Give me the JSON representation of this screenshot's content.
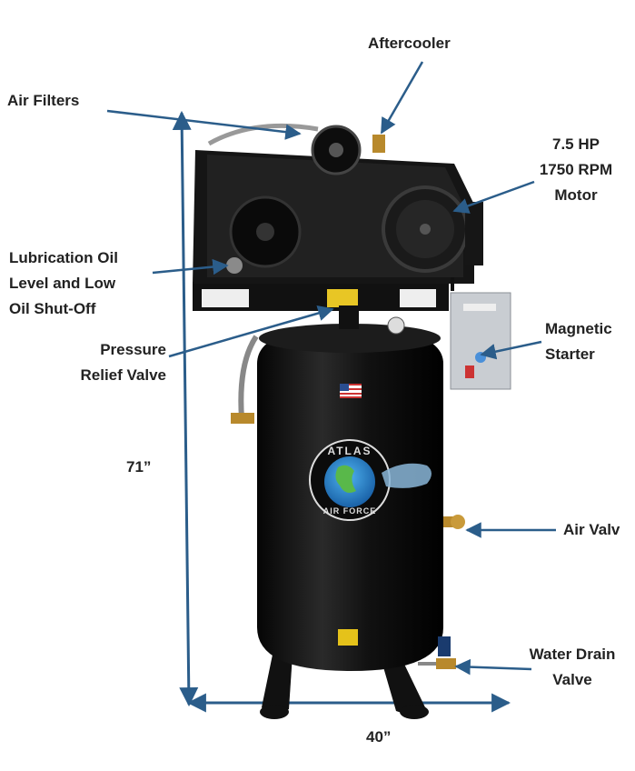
{
  "labels": {
    "aftercooler": "Aftercooler",
    "air_filters": "Air Filters",
    "motor": [
      "7.5 HP",
      "1750 RPM",
      "Motor"
    ],
    "lubrication": [
      "Lubrication Oil",
      "Level and Low",
      "Oil Shut-Off"
    ],
    "pressure_relief": [
      "Pressure",
      "Relief Valve"
    ],
    "magnetic_starter": [
      "Magnetic",
      "Starter"
    ],
    "air_valve": "Air Valv",
    "water_drain": [
      "Water Drain",
      "Valve"
    ],
    "height": "71”",
    "width": "40”"
  },
  "tank_brand": {
    "line1": "ATLAS",
    "line2": "AIR FORCE"
  },
  "colors": {
    "arrow": "#2b5d8a",
    "tank": "#0c0c0c",
    "brass": "#b8892c",
    "starter_box": "#c9cdd2"
  }
}
